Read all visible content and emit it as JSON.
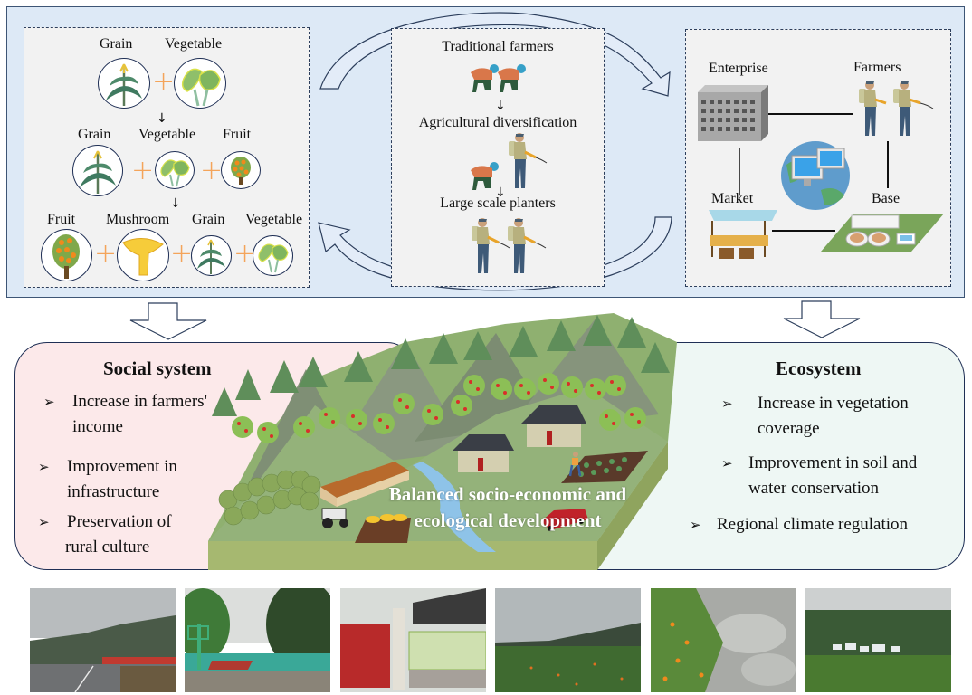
{
  "diagram": {
    "top": {
      "left_panel": {
        "row1": {
          "labels": [
            "Grain",
            "Vegetable"
          ]
        },
        "row2": {
          "labels": [
            "Grain",
            "Vegetable",
            "Fruit"
          ]
        },
        "row3": {
          "labels": [
            "Fruit",
            "Mushroom",
            "Grain",
            "Vegetable"
          ]
        },
        "plus_symbol": "+",
        "arrow_symbol": "↓"
      },
      "center_panel": {
        "stage1": "Traditional farmers",
        "stage2": "Agricultural diversification",
        "stage3": "Large scale planters",
        "arrow_symbol": "↓"
      },
      "right_panel": {
        "nodes": [
          "Enterprise",
          "Farmers",
          "Market",
          "Base"
        ]
      }
    },
    "social_system": {
      "title": "Social system",
      "bullet_symbol": "➢",
      "items": [
        {
          "line1": "Increase in farmers'",
          "line2": "income"
        },
        {
          "line1": "Improvement in",
          "line2": "infrastructure"
        },
        {
          "line1": "Preservation of",
          "line2": "rural culture"
        }
      ]
    },
    "ecosystem": {
      "title": "Ecosystem",
      "bullet_symbol": "➢",
      "items": [
        {
          "line1": "Increase in vegetation",
          "line2": "coverage"
        },
        {
          "line1": "Improvement in soil and",
          "line2": "water conservation"
        },
        {
          "line1": "Regional climate regulation",
          "line2": ""
        }
      ]
    },
    "scene": {
      "caption_line1": "Balanced socio-economic and",
      "caption_line2": "ecological development"
    },
    "photos": [
      {
        "subject": "roadside fruit stalls under cloudy mountains"
      },
      {
        "subject": "village basketball court"
      },
      {
        "subject": "village culture wall and red gate"
      },
      {
        "subject": "orange orchard on hillside"
      },
      {
        "subject": "orange trees among karst rocks"
      },
      {
        "subject": "village among green orchards under clouds"
      }
    ],
    "colors": {
      "top_panel_bg": "#dde9f6",
      "dash_box_bg": "#f2f2f2",
      "outline": "#1f2f55",
      "plus": "#f4a45a",
      "social_bg": "#fce9ea",
      "eco_bg": "#eef7f4"
    }
  }
}
